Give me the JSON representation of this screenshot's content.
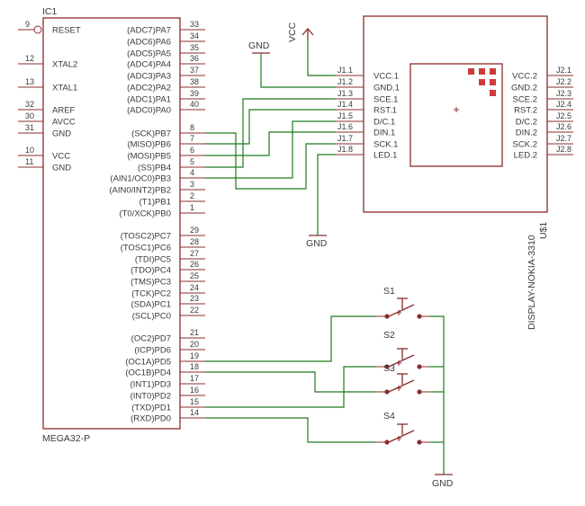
{
  "ic1": {
    "ref": "IC1",
    "value": "MEGA32-P",
    "left_pins": [
      {
        "num": "9",
        "name": "RESET"
      },
      {
        "num": "12",
        "name": "XTAL2"
      },
      {
        "num": "13",
        "name": "XTAL1"
      },
      {
        "num": "32",
        "name": "AREF"
      },
      {
        "num": "30",
        "name": "AVCC"
      },
      {
        "num": "31",
        "name": "GND"
      },
      {
        "num": "10",
        "name": "VCC"
      },
      {
        "num": "11",
        "name": "GND"
      }
    ],
    "right_pins": [
      {
        "num": "33",
        "name": "(ADC7)PA7"
      },
      {
        "num": "34",
        "name": "(ADC6)PA6"
      },
      {
        "num": "35",
        "name": "(ADC5)PA5"
      },
      {
        "num": "36",
        "name": "(ADC4)PA4"
      },
      {
        "num": "37",
        "name": "(ADC3)PA3"
      },
      {
        "num": "38",
        "name": "(ADC2)PA2"
      },
      {
        "num": "39",
        "name": "(ADC1)PA1"
      },
      {
        "num": "40",
        "name": "(ADC0)PA0"
      },
      {
        "num": "8",
        "name": "(SCK)PB7"
      },
      {
        "num": "7",
        "name": "(MISO)PB6"
      },
      {
        "num": "6",
        "name": "(MOSI)PB5"
      },
      {
        "num": "5",
        "name": "(SS)PB4"
      },
      {
        "num": "4",
        "name": "(AIN1/OC0)PB3"
      },
      {
        "num": "3",
        "name": "(AIN0/INT2)PB2"
      },
      {
        "num": "2",
        "name": "(T1)PB1"
      },
      {
        "num": "1",
        "name": "(T0/XCK)PB0"
      },
      {
        "num": "29",
        "name": "(TOSC2)PC7"
      },
      {
        "num": "28",
        "name": "(TOSC1)PC6"
      },
      {
        "num": "27",
        "name": "(TDI)PC5"
      },
      {
        "num": "26",
        "name": "(TDO)PC4"
      },
      {
        "num": "25",
        "name": "(TMS)PC3"
      },
      {
        "num": "24",
        "name": "(TCK)PC2"
      },
      {
        "num": "23",
        "name": "(SDA)PC1"
      },
      {
        "num": "22",
        "name": "(SCL)PC0"
      },
      {
        "num": "21",
        "name": "(OC2)PD7"
      },
      {
        "num": "20",
        "name": "(ICP)PD6"
      },
      {
        "num": "19",
        "name": "(OC1A)PD5"
      },
      {
        "num": "18",
        "name": "(OC1B)PD4"
      },
      {
        "num": "17",
        "name": "(INT1)PD3"
      },
      {
        "num": "16",
        "name": "(INT0)PD2"
      },
      {
        "num": "15",
        "name": "(TXD)PD1"
      },
      {
        "num": "14",
        "name": "(RXD)PD0"
      }
    ]
  },
  "display": {
    "ref": "U$1",
    "value": "DISPLAY-NOKIA-3310",
    "j1": [
      {
        "pad": "J1.1",
        "name": "VCC.1"
      },
      {
        "pad": "J1.2",
        "name": "GND.1"
      },
      {
        "pad": "J1.3",
        "name": "SCE.1"
      },
      {
        "pad": "J1.4",
        "name": "RST.1"
      },
      {
        "pad": "J1.5",
        "name": "D/C.1"
      },
      {
        "pad": "J1.6",
        "name": "DIN.1"
      },
      {
        "pad": "J1.7",
        "name": "SCK.1"
      },
      {
        "pad": "J1.8",
        "name": "LED.1"
      }
    ],
    "j2": [
      {
        "pad": "J2.1",
        "name": "VCC.2"
      },
      {
        "pad": "J2.2",
        "name": "GND.2"
      },
      {
        "pad": "J2.3",
        "name": "SCE.2"
      },
      {
        "pad": "J2.4",
        "name": "RST.2"
      },
      {
        "pad": "J2.5",
        "name": "D/C.2"
      },
      {
        "pad": "J2.6",
        "name": "DIN.2"
      },
      {
        "pad": "J2.7",
        "name": "SCK.2"
      },
      {
        "pad": "J2.8",
        "name": "LED.2"
      }
    ]
  },
  "power": {
    "vcc": "VCC",
    "gnd_top": "GND",
    "gnd_mid": "GND",
    "gnd_bottom": "GND"
  },
  "switches": [
    "S1",
    "S2",
    "S3",
    "S4"
  ],
  "colors": {
    "symbol": "#8b2c2c",
    "wire": "#1f7a1f",
    "text": "#3a3a3a",
    "pad": "#ce3b3b"
  }
}
